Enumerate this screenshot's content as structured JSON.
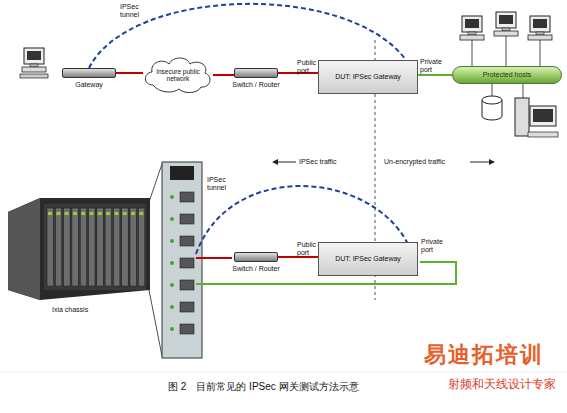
{
  "diagram": {
    "caption": "图 2　目前常见的 IPSec 网关测试方法示意",
    "nodes": [
      {
        "text": [
          "Gateway"
        ]
      },
      {
        "text": [
          "Insecure public network"
        ]
      },
      {
        "text": [
          "Switch / Router"
        ]
      },
      {
        "text": [
          "DUT: IPSec Gateway"
        ]
      },
      {
        "text": [
          "Protected hosts"
        ]
      },
      {
        "text": [
          "Switch / Router"
        ]
      },
      {
        "text": [
          "DUT: IPSec Gateway"
        ]
      }
    ],
    "edges": [
      {
        "from": 0,
        "to": 1,
        "arrow": "none"
      },
      {
        "from": 1,
        "to": 2,
        "arrow": "none"
      },
      {
        "from": 2,
        "to": 3,
        "arrow": "none"
      },
      {
        "from": 3,
        "to": 4,
        "arrow": "none"
      },
      {
        "from": 0,
        "to": 3,
        "arrow": "none",
        "label": "IPSec tunnel"
      },
      {
        "from": 5,
        "to": 6,
        "arrow": "none"
      }
    ],
    "labels": [
      "IPSec traffic",
      "Un-encrypted traffic",
      "Public port",
      "Private port",
      "Public port",
      "Private port",
      "IPSec tunnel",
      "Ixia chassis",
      "易迪拓培训",
      "射频和天线设计专家"
    ]
  }
}
